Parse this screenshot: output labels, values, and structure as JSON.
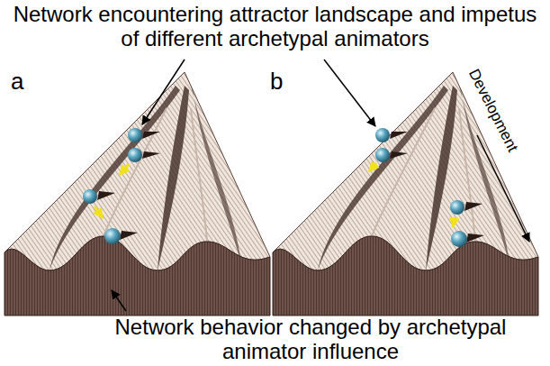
{
  "diagram": {
    "title": "Network encountering attractor landscape and impetus of different archetypal animators",
    "caption": "Network behavior changed by archetypal animator influence",
    "labels": [
      "a",
      "b",
      "Development"
    ]
  }
}
